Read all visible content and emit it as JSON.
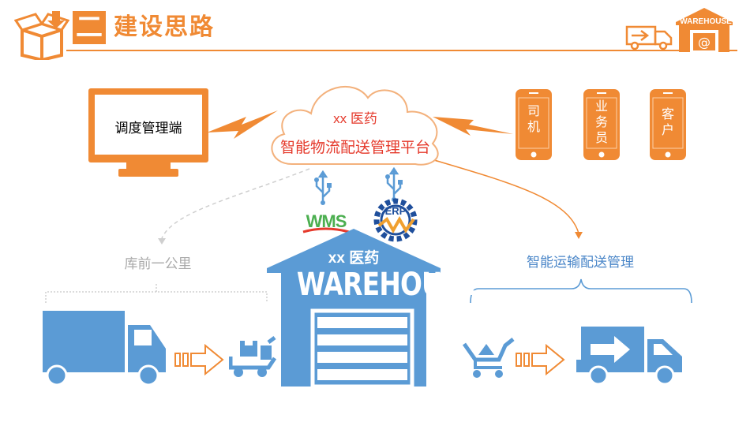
{
  "header": {
    "number": "二",
    "title": "建设思路"
  },
  "logo": {
    "warehouse_text": "WAREHOUSE"
  },
  "dispatch": {
    "label": "调度管理端"
  },
  "platform": {
    "line1": "xx 医药",
    "line2": "智能物流配送管理平台"
  },
  "phones": [
    {
      "label": "司\n机"
    },
    {
      "label": "业\n务\n员"
    },
    {
      "label": "客\n户"
    }
  ],
  "systems": {
    "wms": "WMS",
    "erp": "ERP"
  },
  "warehouse": {
    "name": "xx 医药",
    "sign": "WAREHOUSE"
  },
  "sections": {
    "left_label": "库前一公里",
    "right_label": "智能运输配送管理"
  },
  "colors": {
    "orange": "#f08a34",
    "blue": "#5b9bd5",
    "red_text": "#e53a2c",
    "gray": "#a9a9a9"
  },
  "icons": [
    "box-icon",
    "monitor-icon",
    "cloud-icon",
    "phone-icon",
    "usb-icon",
    "truck-icon",
    "trolley-icon",
    "cart-icon",
    "arrow-icon",
    "warehouse-icon"
  ]
}
